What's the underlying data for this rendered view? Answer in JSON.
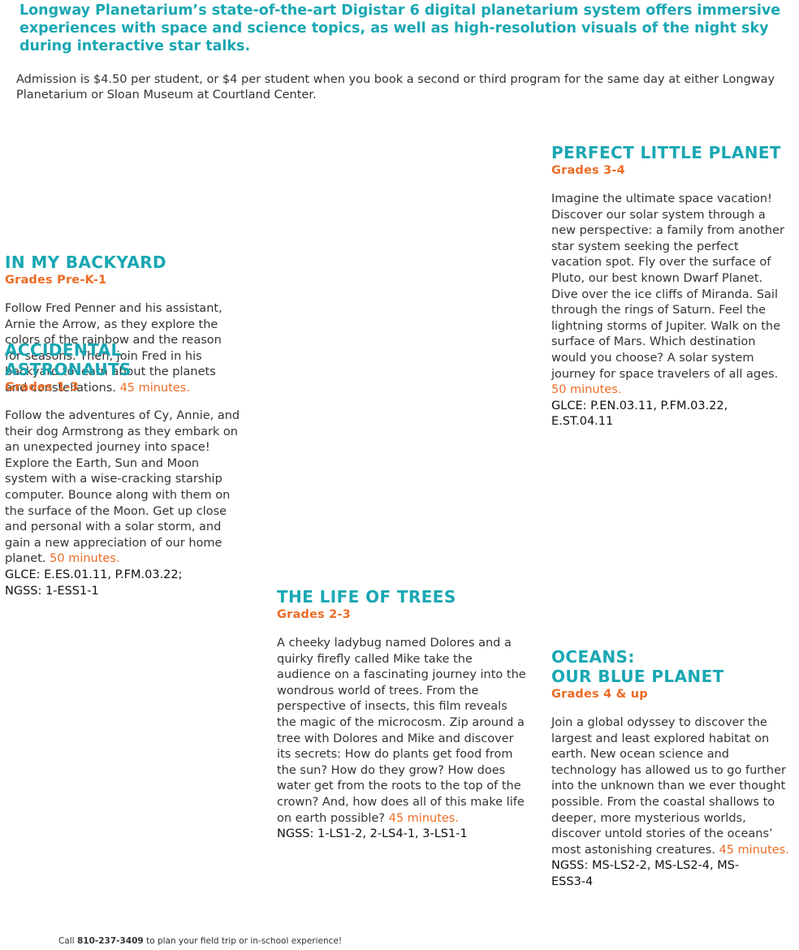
{
  "intro": "Longway Planetarium’s state-of-the-art Digistar 6 digital planetarium system offers immersive experiences with space and science topics, as well as high-resolution visuals of the night sky during interactive star talks.",
  "admission": "Admission is $4.50 per student, or $4 per student when you book a second or third program for the same day at either Longway Planetarium or Sloan Museum at Courtland Center.",
  "shows": {
    "perfect": {
      "title": "PERFECT LITTLE PLANET",
      "grades": "Grades 3-4",
      "description": "Imagine the ultimate space vacation! Discover our solar system through a new perspective: a family from another star system seeking the perfect vacation spot. Fly over the surface of Pluto, our best known Dwarf Planet. Dive over the ice cliffs of Miranda. Sail through the rings of Saturn. Feel the lightning storms of Jupiter. Walk on the surface of Mars. Which destination would you choose? A solar system journey for space travelers of all ages.",
      "duration": "50 minutes.",
      "standards": "GLCE: P.EN.03.11, P.FM.03.22, E.ST.04.11"
    },
    "backyard": {
      "title": "IN MY BACKYARD",
      "grades": "Grades Pre-K-1",
      "description": "Follow Fred Penner and his assistant, Arnie the Arrow, as they explore the colors of the rainbow and the reason for seasons. Then, join Fred in his backyard to learn about the planets and constellations.",
      "duration": "45 minutes."
    },
    "astronauts": {
      "title": "ACCIDENTAL ASTRONAUTS",
      "grades": "Grades 1-3",
      "description": "Follow the adventures of Cy, Annie, and their dog Armstrong as they embark on an unexpected journey into space! Explore the Earth, Sun and Moon system with a wise-cracking starship computer. Bounce along with them on the surface of the Moon. Get up close and personal with a solar storm, and gain a new appreciation of our home planet.",
      "duration": "50 minutes.",
      "standards": "GLCE: E.ES.01.11, P.FM.03.22; NGSS: 1-ESS1-1"
    },
    "trees": {
      "title": "THE LIFE OF TREES",
      "grades": "Grades 2-3",
      "description": "A cheeky ladybug named Dolores and a quirky firefly called Mike take the audience on a fascinating journey into the wondrous world of trees. From the perspective of insects, this film reveals the magic of the microcosm. Zip around a tree with Dolores and Mike and discover its secrets: How do plants get food from the sun? How do they grow? How does water get from the roots to the top of the crown? And, how does all of this make life on earth possible?",
      "duration": "45 minutes.",
      "standards": "NGSS: 1-LS1-2, 2-LS4-1, 3-LS1-1"
    },
    "oceans": {
      "title_line1": "OCEANS:",
      "title_line2": "OUR BLUE PLANET",
      "grades": "Grades 4 & up",
      "description": "Join a global odyssey to discover the largest and least explored habitat on earth. New ocean science and technology has allowed us to go further into the unknown than we ever thought possible. From the coastal shallows to deeper, more mysterious worlds, discover untold stories of the oceans’ most astonishing creatures.",
      "duration": "45 minutes.",
      "standards": "NGSS: MS-LS2-2, MS-LS2-4, MS-ESS3-4"
    }
  },
  "footer": {
    "prefix": "Call ",
    "phone": "810-237-3409",
    "suffix": " to plan your field trip or in-school experience!"
  }
}
